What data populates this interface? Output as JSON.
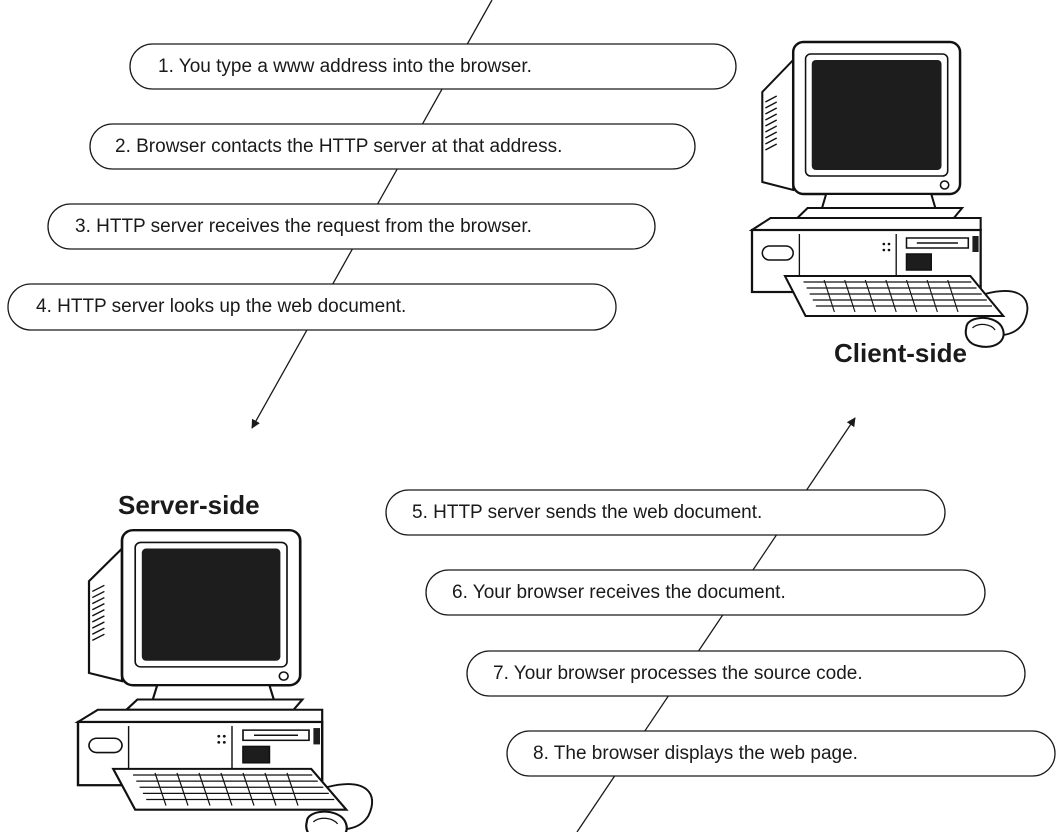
{
  "labels": {
    "client": "Client-side",
    "server": "Server-side"
  },
  "request_steps": [
    "1. You type a www address into the browser.",
    "2. Browser contacts the HTTP server at that address.",
    "3. HTTP server receives the request from the browser.",
    "4. HTTP server looks up the web document."
  ],
  "response_steps": [
    "5. HTTP server sends the web document.",
    "6. Your browser receives the document.",
    "7. Your browser processes the source code.",
    "8. The browser displays the web page."
  ],
  "icons": {
    "client": "desktop-computer-icon",
    "server": "desktop-computer-icon"
  }
}
